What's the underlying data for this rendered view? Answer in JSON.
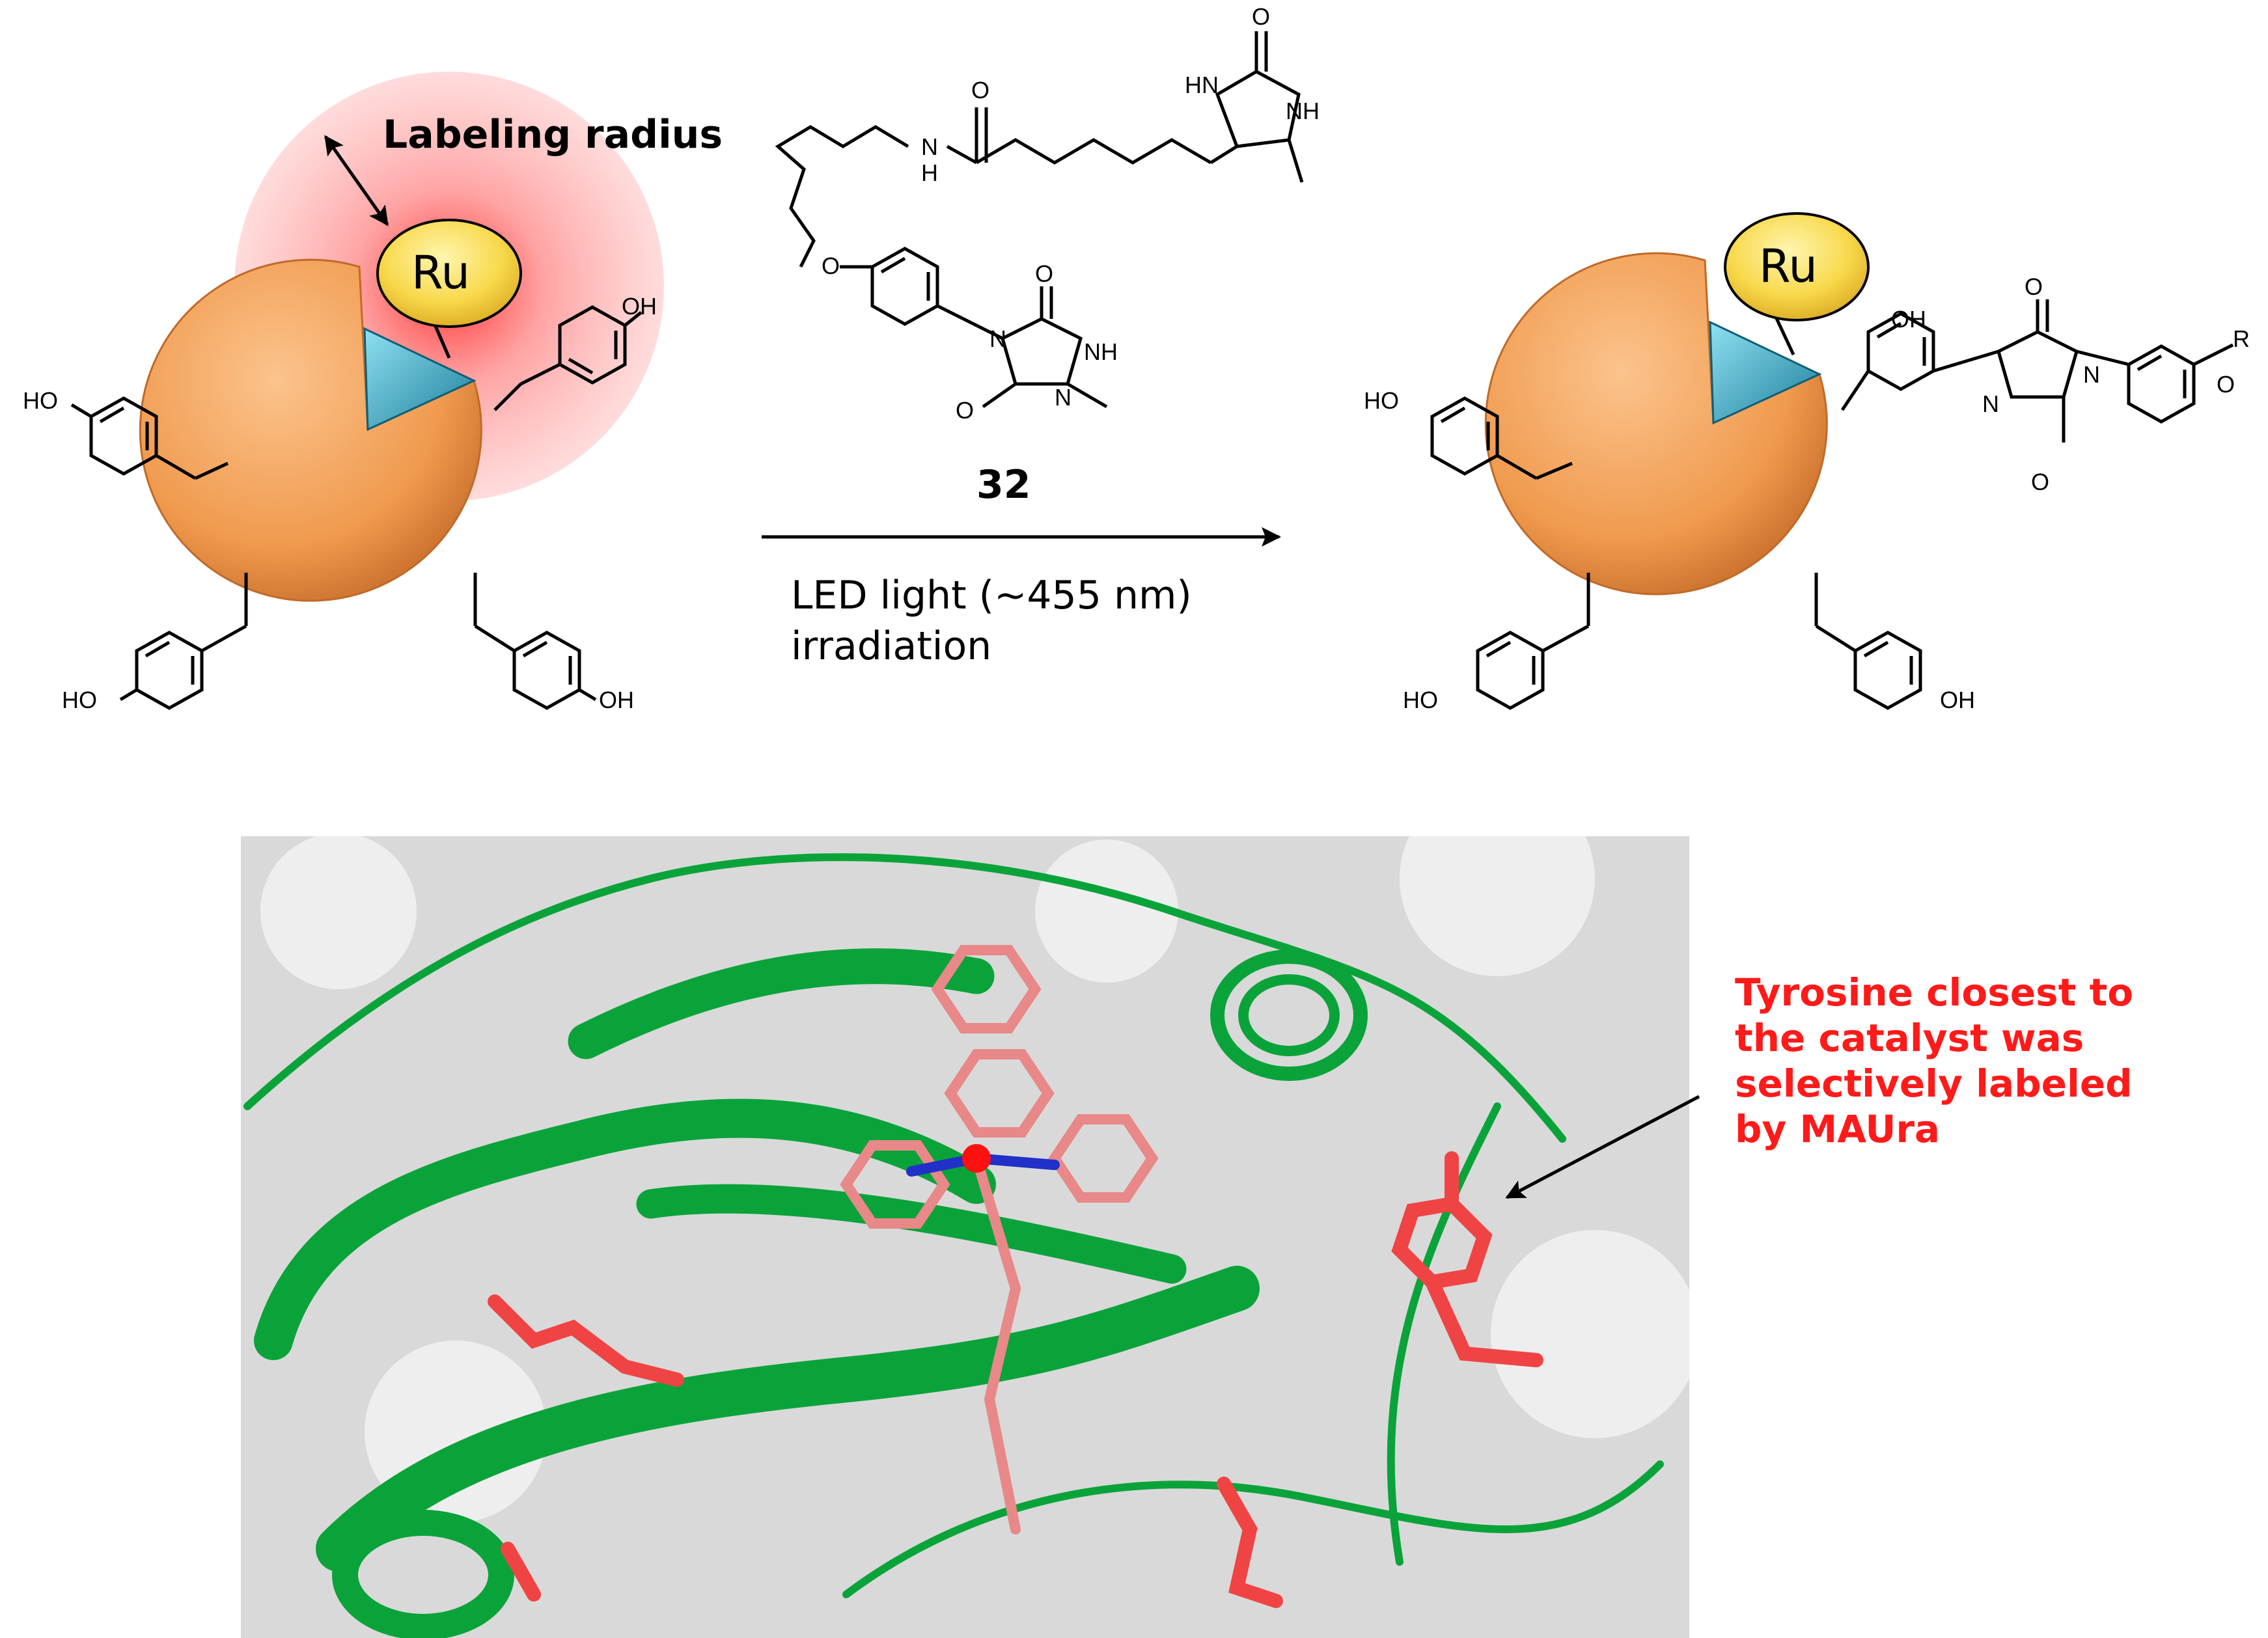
{
  "colors": {
    "protein": "#f0a05a",
    "ru_ball": "#f7d24a",
    "pocket": "#38a7c4",
    "glow": "#ff3b3b",
    "ribbon": "#0aa33a",
    "surface": "#dcdcdc",
    "tyrosine": "#f04444",
    "ligand": "#e88888",
    "annotation": "#ff1a1a"
  },
  "labels": {
    "labeling_radius": "Labeling radius",
    "ru_left": "Ru",
    "ru_right": "Ru",
    "compound_number": "32",
    "condition_line1": "LED light (~455 nm)",
    "condition_line2": "irradiation",
    "annotation": [
      "Tyrosine closest to",
      "the catalyst was",
      "selectively labeled",
      "by MAUra"
    ]
  },
  "atoms": {
    "oh": "OH",
    "ho": "HO",
    "hn": "HN",
    "nh": "NH",
    "h": "H",
    "n": "N",
    "o": "O",
    "r": "R"
  }
}
